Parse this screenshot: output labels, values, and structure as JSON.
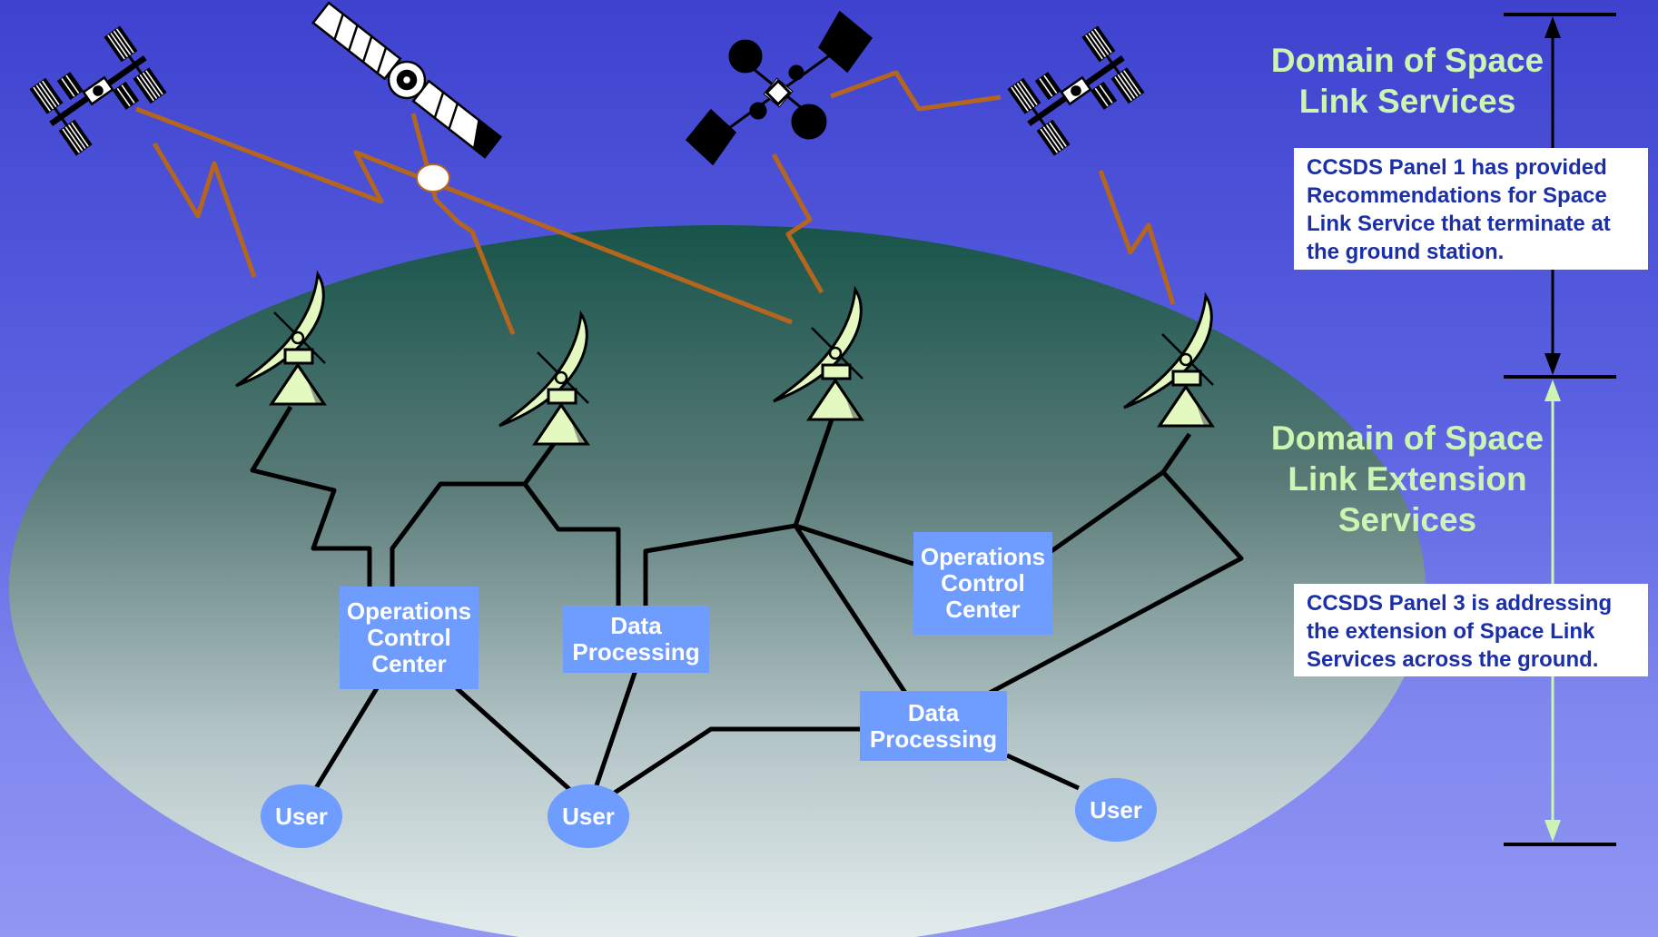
{
  "colors": {
    "background_top": "#3e42cf",
    "background_bottom": "#9196f3",
    "ground_top": "#17544a",
    "ground_bottom": "#e6eff0",
    "link": "#b5661e",
    "dish": "#e4f9c0",
    "box": "#6f9cff",
    "space_domain_arrow": "#000000",
    "extension_domain_arrow": "#ccf5b4"
  },
  "satellites": [
    {
      "name": "space-station-icon"
    },
    {
      "name": "solar-panel-satellite-icon"
    },
    {
      "name": "cube-satellite-icon"
    },
    {
      "name": "space-station-icon"
    }
  ],
  "ground_stations": [
    {
      "name": "antenna-dish-icon"
    },
    {
      "name": "antenna-dish-icon"
    },
    {
      "name": "antenna-dish-icon"
    },
    {
      "name": "antenna-dish-icon"
    }
  ],
  "nodes": {
    "occ_left": "Operations\nControl\nCenter",
    "dp_left": "Data\nProcessing",
    "occ_right": "Operations\nControl\nCenter",
    "dp_center": "Data\nProcessing"
  },
  "users": [
    "User",
    "User",
    "User"
  ],
  "domains": {
    "space_link": {
      "title": "Domain of Space\nLink Services",
      "note": "CCSDS Panel 1 has provided Recommendations for Space Link Service that terminate at the ground station."
    },
    "space_link_extension": {
      "title": "Domain of Space\nLink Extension\nServices",
      "note": "CCSDS Panel 3 is addressing the extension of Space Link Services across the ground."
    }
  }
}
